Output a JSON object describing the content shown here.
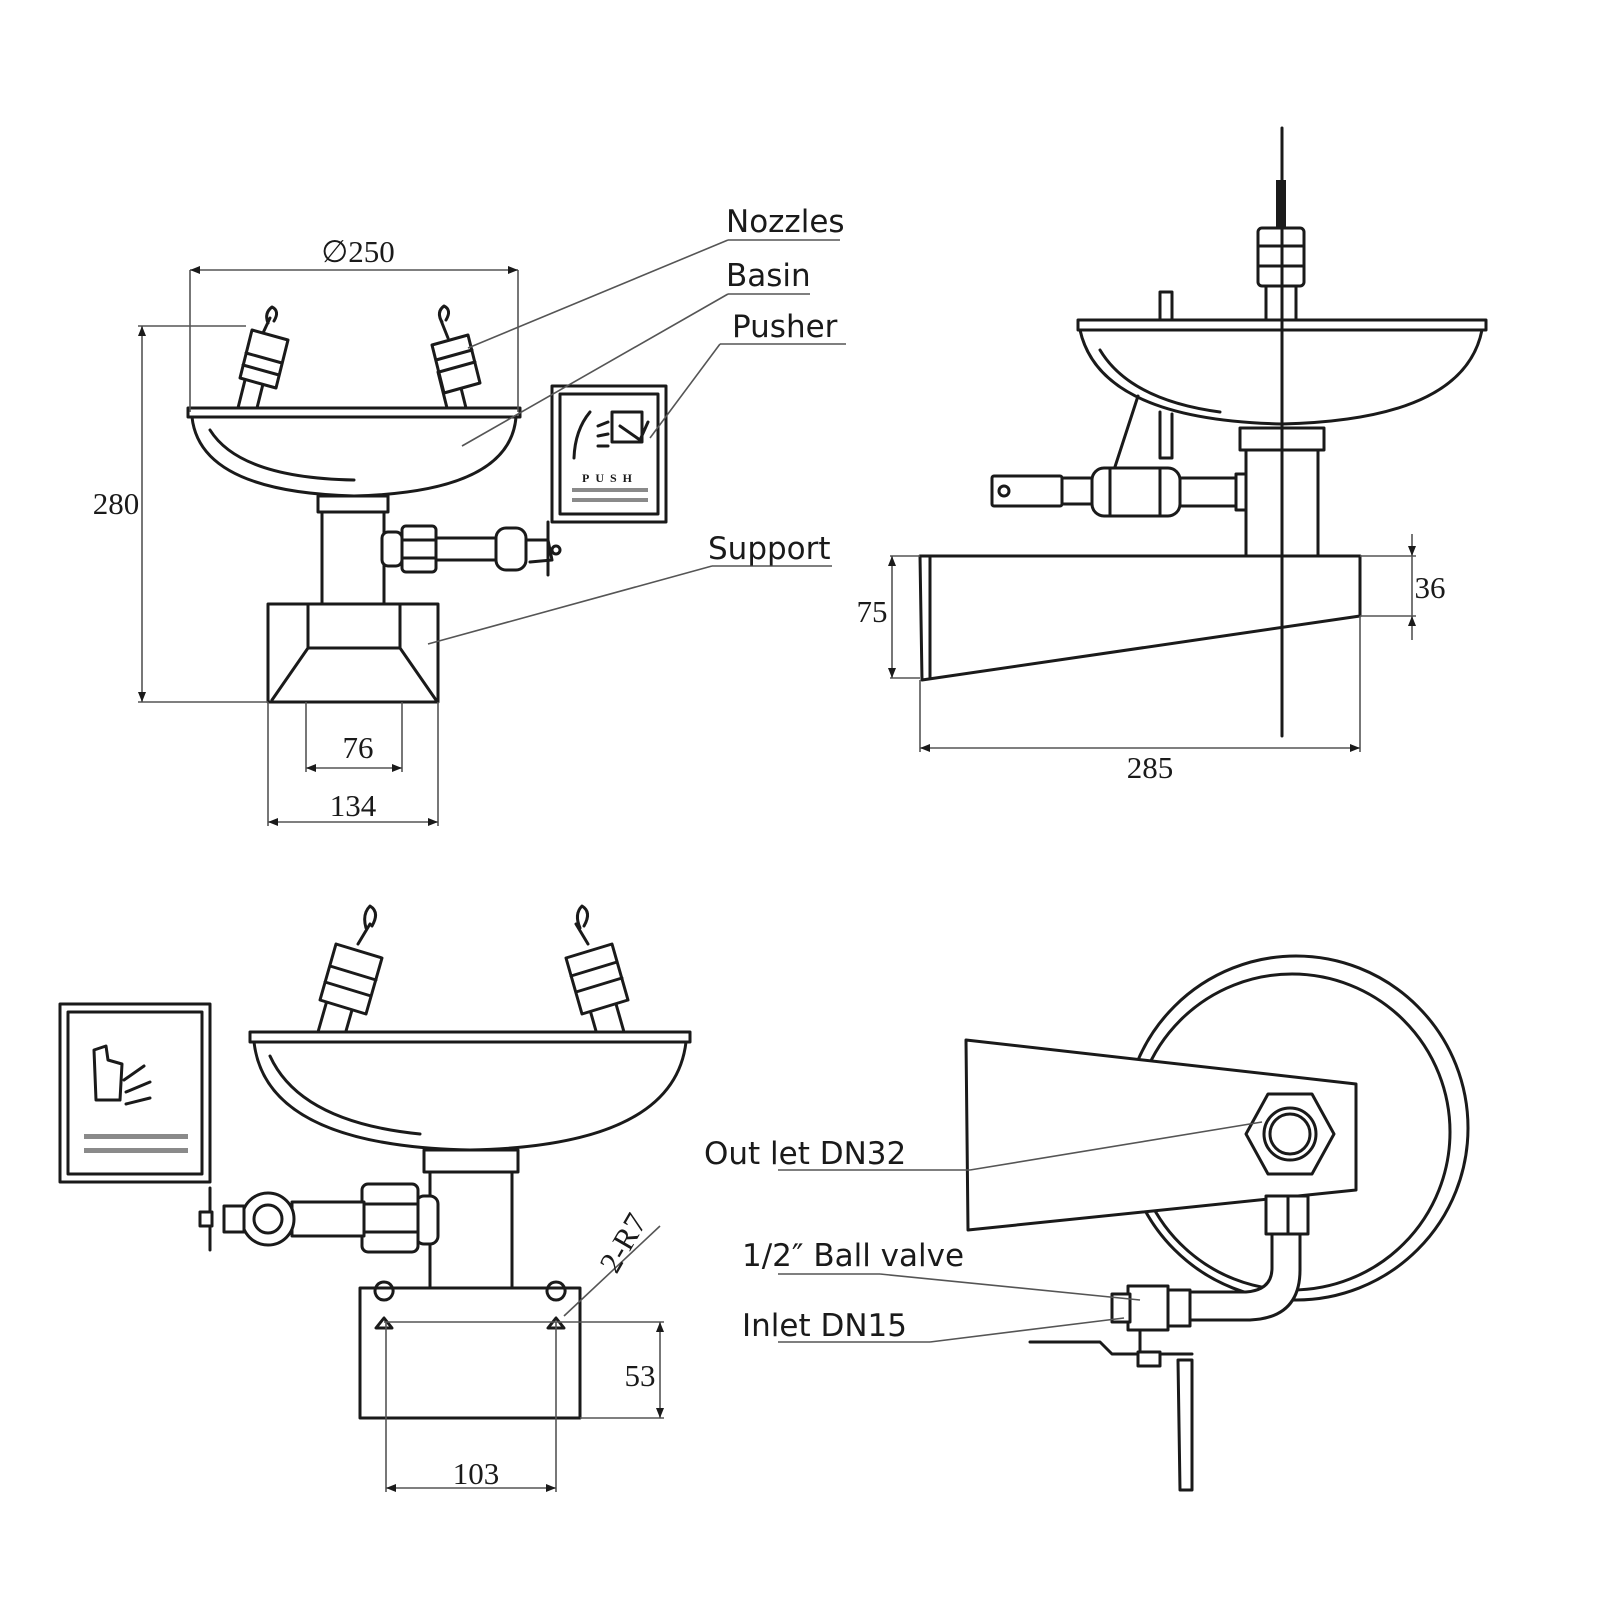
{
  "diagram": {
    "callouts": {
      "nozzles": "Nozzles",
      "basin": "Basin",
      "pusher": "Pusher",
      "support": "Support",
      "outlet": "Out let DN32",
      "ball_valve": "1/2″ Ball valve",
      "inlet": "Inlet DN15"
    },
    "dimensions": {
      "basin_diameter": "∅250",
      "height": "280",
      "inner_width": "76",
      "base_width": "134",
      "side_height": "75",
      "side_thickness": "36",
      "side_depth": "285",
      "hole_radius": "2-R7",
      "hole_height": "53",
      "hole_spacing": "103"
    },
    "placard_text": "PUSH"
  }
}
